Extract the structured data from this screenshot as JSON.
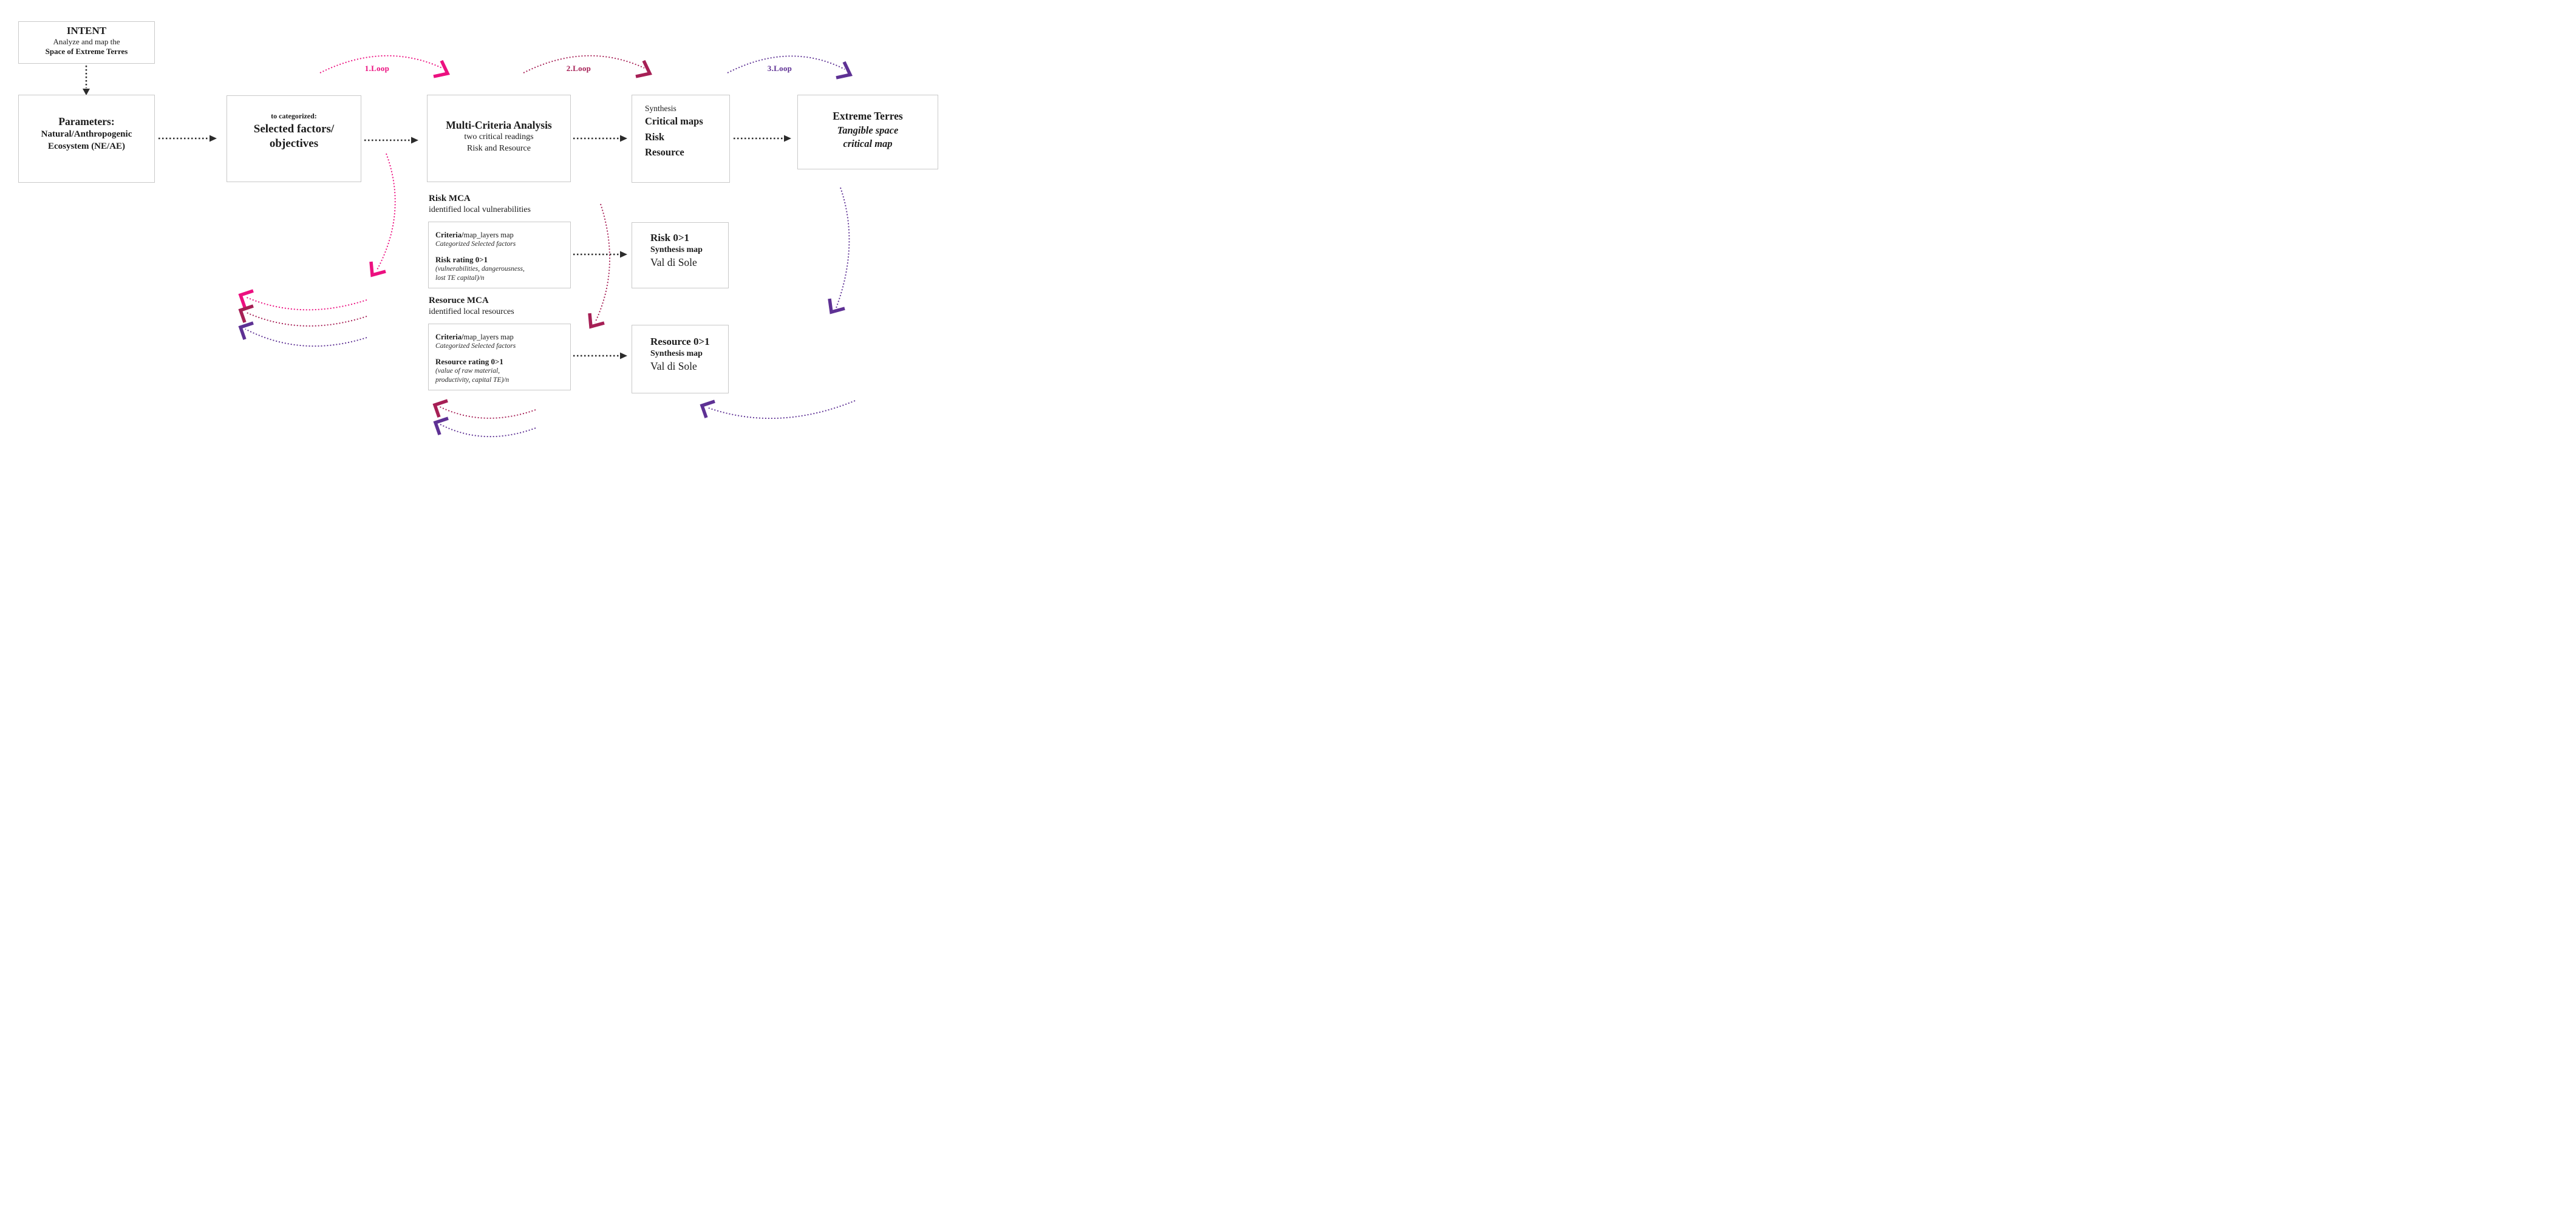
{
  "diagram": {
    "intent": {
      "title": "INTENT",
      "line1": "Analyze and map the",
      "line2": "Space of Extreme Terres"
    },
    "parameters": {
      "title": "Parameters:",
      "line1": "Natural/Anthropogenic",
      "line2": "Ecosystem (NE/AE)"
    },
    "selected": {
      "pre": "to categorized:",
      "line1": "Selected factors/",
      "line2": "objectives"
    },
    "mca": {
      "title": "Multi-Criteria Analysis",
      "line1": "two critical readings",
      "line2": "Risk and Resource"
    },
    "synthesis": {
      "pre": "Synthesis",
      "line1": "Critical maps",
      "line2": "Risk",
      "line3": "Resource"
    },
    "extreme": {
      "title": "Extreme Terres",
      "line1": "Tangible space",
      "line2": "critical map"
    },
    "loops": [
      {
        "label": "1.Loop",
        "color": "#EC1080"
      },
      {
        "label": "2.Loop",
        "color": "#A61F55"
      },
      {
        "label": "3.Loop",
        "color": "#5E3194"
      }
    ],
    "risk_mca": {
      "title": "Risk MCA",
      "subtitle": "identified local vulnerabilities",
      "criteria_bold": "Criteria/",
      "criteria_rest": "map_layers map",
      "criteria_italic": "Categorized Selected factors",
      "rating_bold": "Risk rating 0>1",
      "rating_note1": "(vulnerabilities, dangerousness,",
      "rating_note2": "lost TE capital)/n"
    },
    "resource_mca": {
      "title": "Resoruce MCA",
      "subtitle": "identified local resources",
      "criteria_bold": "Criteria/",
      "criteria_rest": "map_layers map",
      "criteria_italic": "Categorized Selected factors",
      "rating_bold": "Resource rating 0>1",
      "rating_note1": "(value of raw material,",
      "rating_note2": "productivity, capital TE)/n"
    },
    "risk_out": {
      "title": "Risk 0>1",
      "line1": "Synthesis map",
      "line2": "Val di Sole"
    },
    "resource_out": {
      "title": "Resource 0>1",
      "line1": "Synthesis map",
      "line2": "Val di Sole"
    },
    "colors": {
      "arrow_black": "#2b2b2b",
      "border_gray": "#c9c9c9",
      "pink": "#EC1080",
      "crimson": "#A61F55",
      "purple": "#5E3194"
    }
  }
}
